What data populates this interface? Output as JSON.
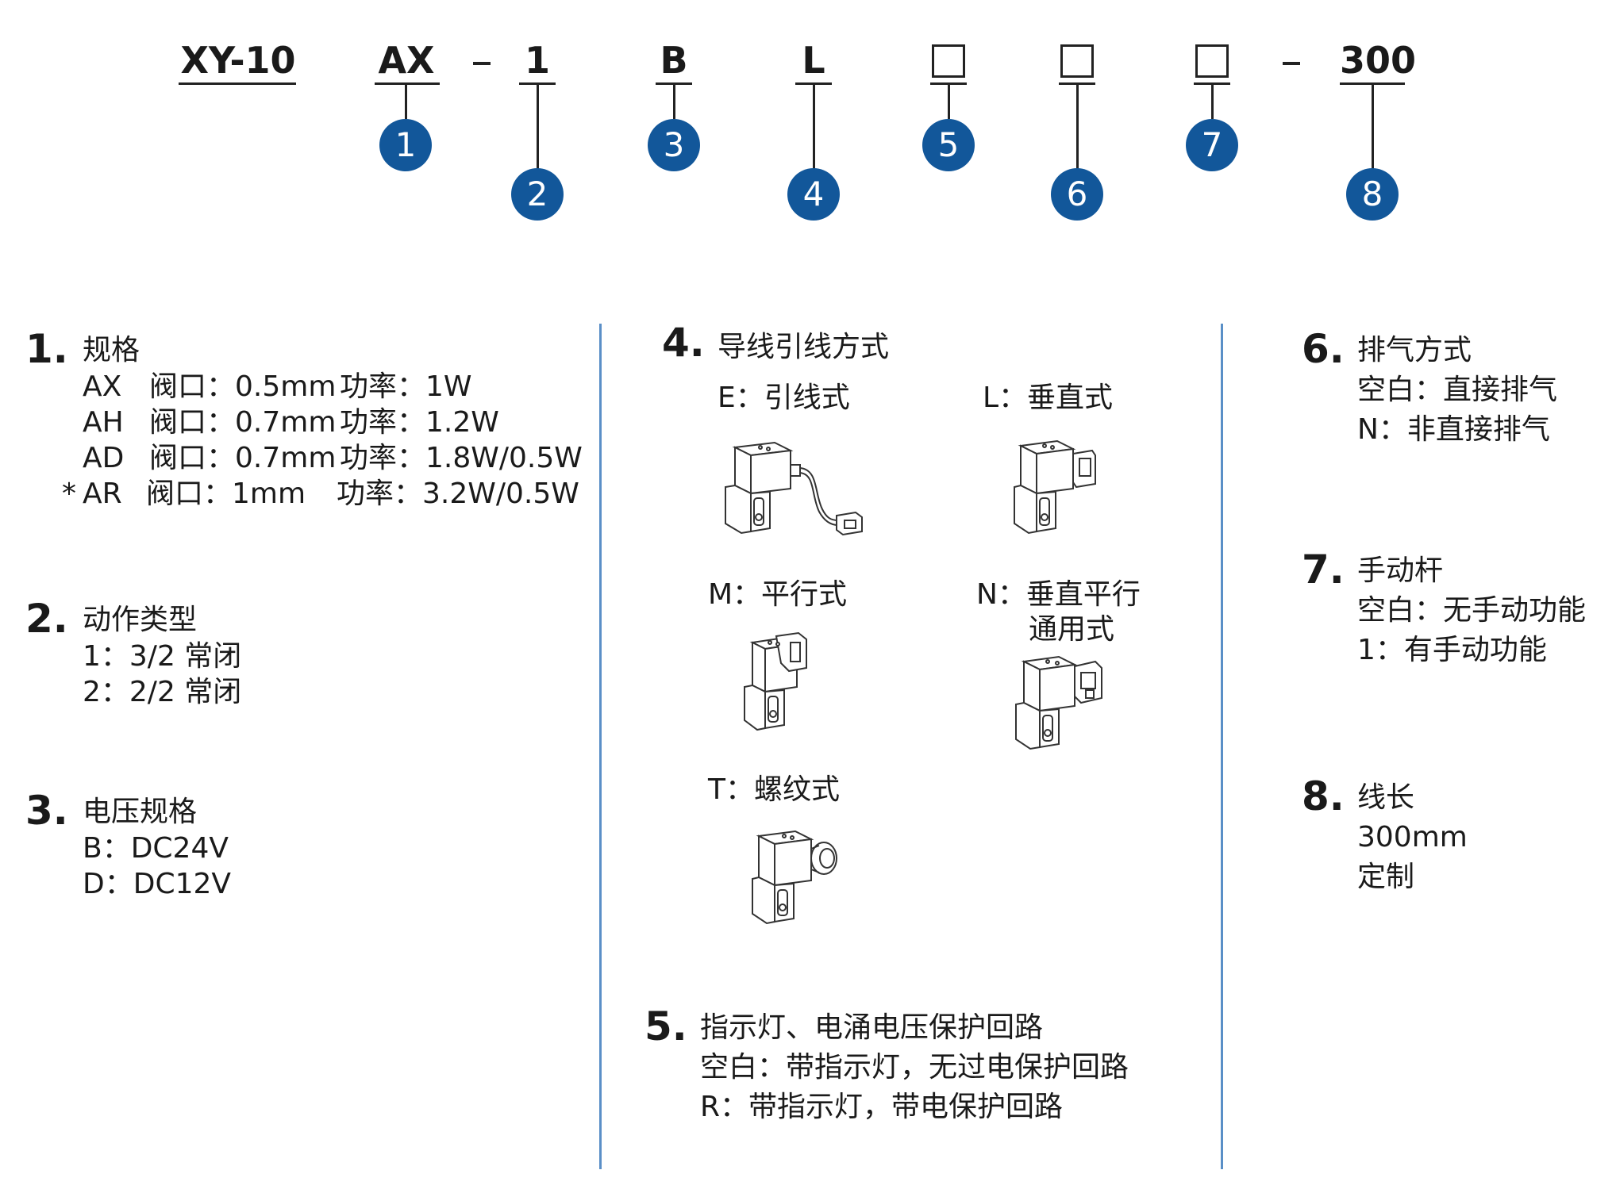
{
  "code": {
    "prefix": "XY-10",
    "segments": [
      "AX",
      "1",
      "B",
      "L",
      "300"
    ],
    "dashes": [
      "-",
      "-"
    ],
    "badges": [
      "1",
      "2",
      "3",
      "4",
      "5",
      "6",
      "7",
      "8"
    ]
  },
  "sections": {
    "s1": {
      "num": "1.",
      "title": "规格",
      "rows": [
        {
          "mark": "",
          "code": "AX",
          "port": "阀口：0.5mm",
          "power": "功率：1W"
        },
        {
          "mark": "",
          "code": "AH",
          "port": "阀口：0.7mm",
          "power": "功率：1.2W"
        },
        {
          "mark": "",
          "code": "AD",
          "port": "阀口：0.7mm",
          "power": "功率：1.8W/0.5W"
        },
        {
          "mark": "*",
          "code": "AR",
          "port": "阀口：1mm",
          "power": "功率：3.2W/0.5W"
        }
      ]
    },
    "s2": {
      "num": "2.",
      "title": "动作类型",
      "lines": [
        "1：3/2 常闭",
        "2：2/2 常闭"
      ]
    },
    "s3": {
      "num": "3.",
      "title": "电压规格",
      "lines": [
        "B：DC24V",
        "D：DC12V"
      ]
    },
    "s4": {
      "num": "4.",
      "title": "导线引线方式",
      "options": {
        "E": "E：引线式",
        "L": "L：垂直式",
        "M": "M：平行式",
        "N1": "N：垂直平行",
        "N2": "通用式",
        "T": "T：螺纹式"
      }
    },
    "s5": {
      "num": "5.",
      "title": "指示灯、电涌电压保护回路",
      "lines": [
        "空白：带指示灯，无过电保护回路",
        "R：带指示灯，带电保护回路"
      ]
    },
    "s6": {
      "num": "6.",
      "title": "排气方式",
      "lines": [
        "空白：直接排气",
        "N：非直接排气"
      ]
    },
    "s7": {
      "num": "7.",
      "title": "手动杆",
      "lines": [
        "空白：无手动功能",
        "1：有手动功能"
      ]
    },
    "s8": {
      "num": "8.",
      "title": "线长",
      "lines": [
        "300mm",
        "定制"
      ]
    }
  },
  "colors": {
    "badge": "#12579a",
    "divider": "#5a8fc7",
    "text": "#1a1a1a"
  },
  "icons": [
    "valve-lead-wire-icon",
    "valve-vertical-icon",
    "valve-parallel-icon",
    "valve-universal-icon",
    "valve-threaded-icon"
  ]
}
